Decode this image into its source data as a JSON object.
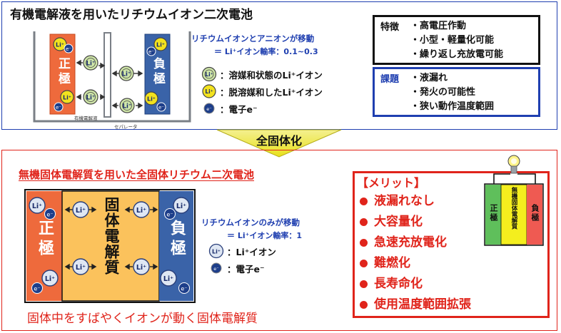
{
  "top": {
    "title": "有機電解液を用いたリチウムイオン二次電池",
    "positive_label": "正極",
    "negative_label": "負極",
    "electrolyte_label": "有機電解液",
    "separator_label": "セパレータ",
    "move_line1": "リチウムイオンとアニオンが移動",
    "move_line2": "＝ Li⁺イオン輸率：0.1~0.3",
    "legend": [
      {
        "icon": "Li⁺",
        "text": "：溶媒和状態のLi⁺イオン"
      },
      {
        "icon": "Li⁺",
        "text": "：脱溶媒和したLi⁺イオン"
      },
      {
        "icon": "e⁻",
        "text": "：電子e⁻"
      }
    ],
    "features_label": "特徴",
    "features": [
      "・高電圧作動",
      "・小型・軽量化可能",
      "・繰り返し充放電可能"
    ],
    "issues_label": "課題",
    "issues": [
      "・液漏れ",
      "・発火の可能性",
      "・狭い動作温度範囲"
    ]
  },
  "transition_label": "全固体化",
  "bottom": {
    "title": "無機固体電解質を用いた全固体リチウム二次電池",
    "positive_label": "正極",
    "negative_label": "負極",
    "electrolyte_label": "固体電解質",
    "move_line1": "リチウムイオンのみが移動",
    "move_line2": "＝ Li⁺イオン輸率：1",
    "legend": [
      {
        "icon": "Li⁺",
        "text": "：Li⁺イオン"
      },
      {
        "icon": "e⁻",
        "text": "：電子e⁻"
      }
    ],
    "caption": "固体中をすばやくイオンが動く固体電解質",
    "merit_title": "【メリット】",
    "merits": [
      "液漏れなし",
      "大容量化",
      "急速充放電化",
      "難燃化",
      "長寿命化",
      "使用温度範囲拡張"
    ],
    "cell_positive": "正極",
    "cell_electrolyte": "無機固体電解質",
    "cell_negative": "負極"
  },
  "ion_label": "Li⁺",
  "electron_label": "e⁻",
  "colors": {
    "blue": "#1f3fb0",
    "red": "#e0241b",
    "positive": "#ee6a3c",
    "negative": "#3a63a8",
    "solid": "#fbc25c",
    "ion_green": "#cfe6a8",
    "ion_yellow": "#f2e21e",
    "electron": "#1d3e8a"
  }
}
